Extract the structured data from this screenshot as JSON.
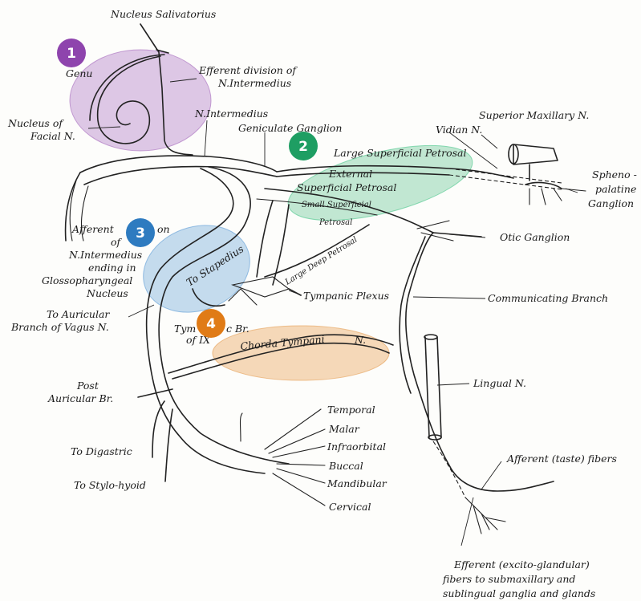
{
  "labels": {
    "nucleus_salivatorius": "Nucleus Salivatorius",
    "genu": "Genu",
    "efferent_division_1": "Efferent division of",
    "efferent_division_2": "N.Intermedius",
    "nucleus_of_facial_1": "Nucleus of",
    "nucleus_of_facial_2": "Facial N.",
    "n_intermedius": "N.Intermedius",
    "geniculate_ganglion": "Geniculate Ganglion",
    "superior_maxillary": "Superior Maxillary N.",
    "vidian": "Vidian N.",
    "large_superficial_petrosal": "Large Superficial Petrosal",
    "external_1": "External",
    "external_2": "Superficial Petrosal",
    "small_superficial": "Small Superficial",
    "petrosal": "Petrosal",
    "spheno_1": "Spheno -",
    "spheno_2": "palatine",
    "spheno_3": "Ganglion",
    "afferent_1": "Afferent",
    "afferent_1b": "on",
    "afferent_2": "of",
    "afferent_3": "N.Intermedius",
    "afferent_4": "ending in",
    "afferent_5": "Glossopharyngeal",
    "afferent_6": "Nucleus",
    "otic_ganglion": "Otic Ganglion",
    "large_deep_petrosal": "Large Deep Petrosal",
    "to_stapedius": "To Stapedius",
    "tympanic_plexus": "Tympanic Plexus",
    "communicating_branch": "Communicating Branch",
    "to_auricular_1": "To Auricular",
    "to_auricular_2": "Branch of Vagus N.",
    "tympanic_br_1": "Tym",
    "tympanic_br_1b": "c Br.",
    "tympanic_br_2": "of IX",
    "chorda_tympani": "Chorda Tympani",
    "chorda_n": "N.",
    "lingual": "Lingual N.",
    "post_auricular_1": "Post",
    "post_auricular_2": "Auricular Br.",
    "temporal": "Temporal",
    "malar": "Malar",
    "infraorbital": "Infraorbital",
    "buccal": "Buccal",
    "mandibular": "Mandibular",
    "cervical": "Cervical",
    "to_digastric": "To Digastric",
    "to_stylohyoid": "To Stylo-hyoid",
    "afferent_taste": "Afferent (taste) fibers",
    "efferent_glandular_1": "Efferent (excito-glandular)",
    "efferent_glandular_2": "fibers to submaxillary and",
    "efferent_glandular_3": "sublingual ganglia and glands"
  },
  "highlights": [
    {
      "number": "1",
      "color": "#8e44ad",
      "fill": "#c39bd3"
    },
    {
      "number": "2",
      "color": "#1e9e63",
      "fill": "#8fd6b0"
    },
    {
      "number": "3",
      "color": "#2e7bc0",
      "fill": "#95bfe2"
    },
    {
      "number": "4",
      "color": "#e07b16",
      "fill": "#f0c08c"
    }
  ]
}
